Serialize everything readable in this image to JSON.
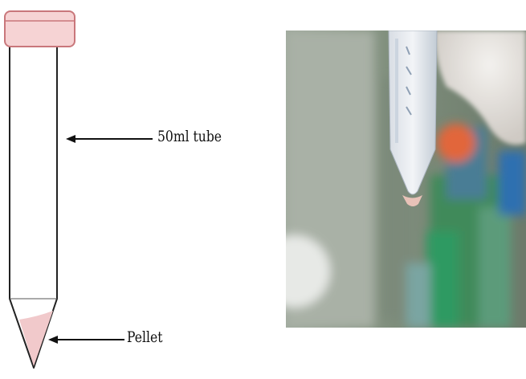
{
  "labels": {
    "tube": "50ml tube",
    "pellet": "Pellet"
  },
  "colors": {
    "cap_fill": "#f6d3d4",
    "cap_stroke": "#c9777b",
    "pellet_fill": "#f1c9cb",
    "outline": "#222222"
  },
  "photo": {
    "subject": "gloved hand holding a conical centrifuge tube with a small pellet at the tip"
  }
}
